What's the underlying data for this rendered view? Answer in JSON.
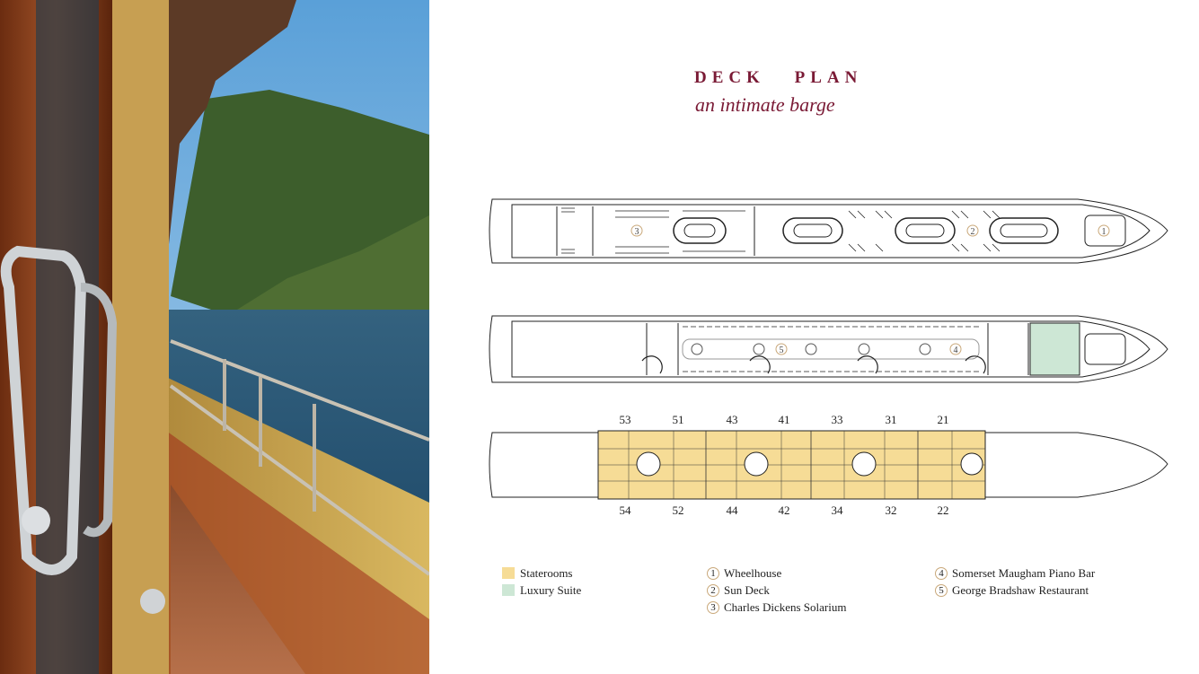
{
  "header": {
    "title": "DECK PLAN",
    "subtitle": "an intimate barge"
  },
  "decks": {
    "sun_deck_markers": [
      "3",
      "2",
      "1"
    ],
    "main_deck_markers": [
      "5",
      "4"
    ],
    "cabins_top": [
      "53",
      "51",
      "43",
      "41",
      "33",
      "31",
      "21"
    ],
    "cabins_bottom": [
      "54",
      "52",
      "44",
      "42",
      "34",
      "32",
      "22"
    ]
  },
  "legend": {
    "colors": [
      {
        "label": "Staterooms",
        "color": "#f6dc96"
      },
      {
        "label": "Luxury Suite",
        "color": "#cde7d5"
      }
    ],
    "areas": [
      {
        "num": "1",
        "label": "Wheelhouse"
      },
      {
        "num": "2",
        "label": "Sun Deck"
      },
      {
        "num": "3",
        "label": "Charles Dickens Solarium"
      },
      {
        "num": "4",
        "label": "Somerset Maugham Piano Bar"
      },
      {
        "num": "5",
        "label": "George Bradshaw Restaurant"
      }
    ]
  }
}
